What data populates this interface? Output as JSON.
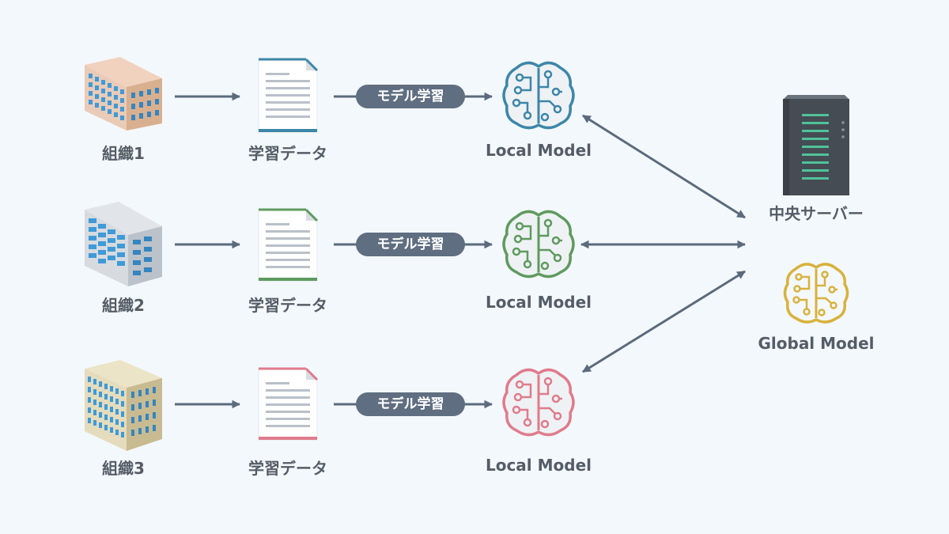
{
  "rows": [
    {
      "organization": "組織1",
      "data_label": "学習データ",
      "step_label": "モデル学習",
      "model_label": "Local Model",
      "accent": "#3d86a8",
      "building": "beige"
    },
    {
      "organization": "組織2",
      "data_label": "学習データ",
      "step_label": "モデル学習",
      "model_label": "Local Model",
      "accent": "#5f9a5e",
      "building": "gray"
    },
    {
      "organization": "組織3",
      "data_label": "学習データ",
      "step_label": "モデル学習",
      "model_label": "Local Model",
      "accent": "#e07b8b",
      "building": "khaki"
    }
  ],
  "server": {
    "label": "中央サーバー"
  },
  "global_model": {
    "label": "Global Model",
    "accent": "#d8b23c"
  },
  "colors": {
    "arrow": "#5b6a7c",
    "text": "#555c66",
    "pill": "#5f6e80",
    "background": "#f3f8fc"
  }
}
